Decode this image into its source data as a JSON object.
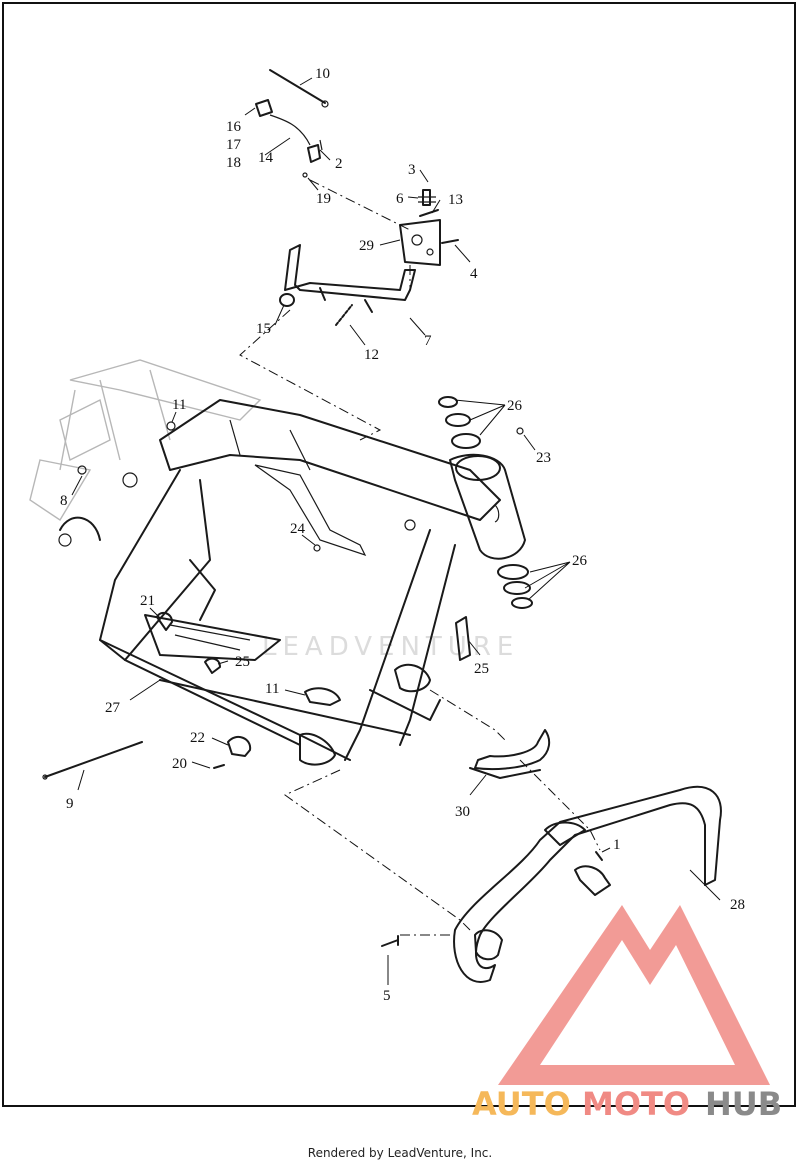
{
  "diagram": {
    "callouts": [
      {
        "id": "c10",
        "label": "10"
      },
      {
        "id": "c16",
        "label": "16"
      },
      {
        "id": "c17",
        "label": "17"
      },
      {
        "id": "c18",
        "label": "18"
      },
      {
        "id": "c14",
        "label": "14"
      },
      {
        "id": "c2",
        "label": "2"
      },
      {
        "id": "c19",
        "label": "19"
      },
      {
        "id": "c3",
        "label": "3"
      },
      {
        "id": "c6",
        "label": "6"
      },
      {
        "id": "c13",
        "label": "13"
      },
      {
        "id": "c29",
        "label": "29"
      },
      {
        "id": "c4",
        "label": "4"
      },
      {
        "id": "c15",
        "label": "15"
      },
      {
        "id": "c12",
        "label": "12"
      },
      {
        "id": "c7",
        "label": "7"
      },
      {
        "id": "c11a",
        "label": "11"
      },
      {
        "id": "c26a",
        "label": "26"
      },
      {
        "id": "c23",
        "label": "23"
      },
      {
        "id": "c8",
        "label": "8"
      },
      {
        "id": "c24",
        "label": "24"
      },
      {
        "id": "c26b",
        "label": "26"
      },
      {
        "id": "c21",
        "label": "21"
      },
      {
        "id": "c25a",
        "label": "25"
      },
      {
        "id": "c25b",
        "label": "25"
      },
      {
        "id": "c27",
        "label": "27"
      },
      {
        "id": "c11b",
        "label": "11"
      },
      {
        "id": "c22",
        "label": "22"
      },
      {
        "id": "c20",
        "label": "20"
      },
      {
        "id": "c9",
        "label": "9"
      },
      {
        "id": "c30",
        "label": "30"
      },
      {
        "id": "c1",
        "label": "1"
      },
      {
        "id": "c28",
        "label": "28"
      },
      {
        "id": "c5",
        "label": "5"
      }
    ]
  },
  "watermark": {
    "brand_text": "LEADVENTURE",
    "logo_text_parts": [
      "AUTO",
      "MOTO",
      "HUB"
    ],
    "logo_colors": {
      "auto": "#f5b85a",
      "moto": "#f08a84",
      "hub": "#8a8a8a",
      "triangle": "#f08a84"
    }
  },
  "footer": {
    "text": "Rendered by LeadVenture, Inc."
  }
}
